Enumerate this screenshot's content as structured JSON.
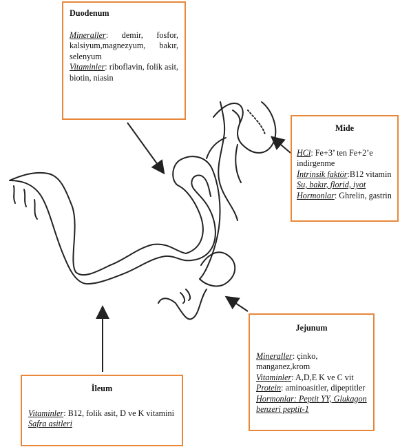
{
  "duodenum": {
    "title": "Duodenum",
    "minerals_label": "Mineraller",
    "minerals_text": ": demir, fosfor, kalsiyum,magnezyum, bakır, selenyum",
    "vitamins_label": "Vitaminler",
    "vitamins_text": ": riboflavin, folik asit, biotin, niasin"
  },
  "mide": {
    "title": "Mide",
    "hcl_label": "HCl",
    "hcl_text": ": Fe+3’ ten Fe+2’e indirgenme",
    "intrinsic_label": "İntrinsik faktör",
    "intrinsic_text": ":B12 vitamin",
    "su_label": "Su, bakır, florid, iyot",
    "hormones_label": "Hormonlar",
    "hormones_text": ": Ghrelin, gastrin"
  },
  "jejunum": {
    "title": "Jejunum",
    "minerals_label": "Mineraller",
    "minerals_text": ": çinko, manganez,krom",
    "vitamins_label": "Vitaminler",
    "vitamins_text": ": A,D,E K ve C vit",
    "protein_label": "Protein",
    "protein_text": ": aminoasitler, dipeptitler",
    "hormones_label": "Hormonlar: Peptit YY, Glukagon benzeri peptit-1"
  },
  "ileum": {
    "title": "İleum",
    "vitamins_label": "Vitaminler",
    "vitamins_text": ": B12, folik asit, D ve K vitamini",
    "bile_label": "Safra asitleri"
  },
  "colors": {
    "box_border": "#e8873a",
    "line": "#222222"
  }
}
